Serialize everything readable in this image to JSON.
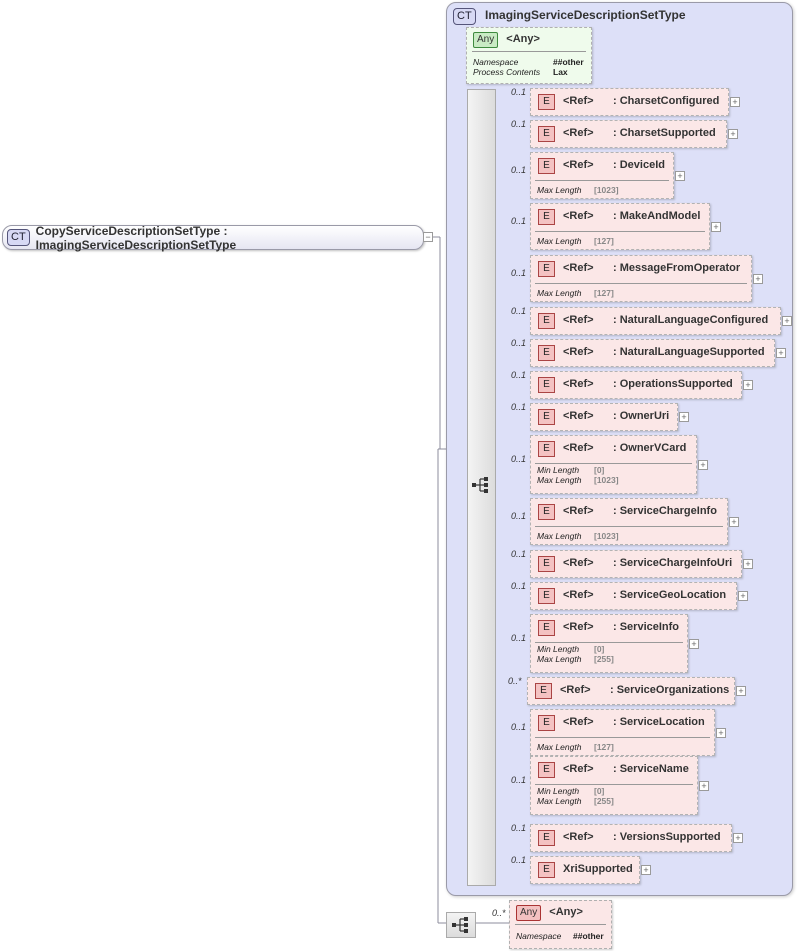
{
  "root": {
    "badge": "CT",
    "label": "CopyServiceDescriptionSetType : ImagingServiceDescriptionSetType"
  },
  "base_type": {
    "badge": "CT",
    "title": "ImagingServiceDescriptionSetType"
  },
  "any_top": {
    "badge": "Any",
    "label": "<Any>",
    "props": [
      {
        "name": "Namespace",
        "value": "##other"
      },
      {
        "name": "Process Contents",
        "value": "Lax"
      }
    ]
  },
  "any_bottom": {
    "badge": "Any",
    "occurrence": "0..*",
    "label": "<Any>",
    "props": [
      {
        "name": "Namespace",
        "value": "##other"
      }
    ]
  },
  "elements": [
    {
      "occ": "0..1",
      "badge": "E",
      "ref": "<Ref>",
      "name": ": CharsetConfigured",
      "facets": []
    },
    {
      "occ": "0..1",
      "badge": "E",
      "ref": "<Ref>",
      "name": ": CharsetSupported",
      "facets": []
    },
    {
      "occ": "0..1",
      "badge": "E",
      "ref": "<Ref>",
      "name": ": DeviceId",
      "facets": [
        {
          "name": "Max Length",
          "value": "[1023]"
        }
      ]
    },
    {
      "occ": "0..1",
      "badge": "E",
      "ref": "<Ref>",
      "name": ": MakeAndModel",
      "facets": [
        {
          "name": "Max Length",
          "value": "[127]"
        }
      ]
    },
    {
      "occ": "0..1",
      "badge": "E",
      "ref": "<Ref>",
      "name": ": MessageFromOperator",
      "facets": [
        {
          "name": "Max Length",
          "value": "[127]"
        }
      ]
    },
    {
      "occ": "0..1",
      "badge": "E",
      "ref": "<Ref>",
      "name": ": NaturalLanguageConfigured",
      "facets": []
    },
    {
      "occ": "0..1",
      "badge": "E",
      "ref": "<Ref>",
      "name": ": NaturalLanguageSupported",
      "facets": []
    },
    {
      "occ": "0..1",
      "badge": "E",
      "ref": "<Ref>",
      "name": ": OperationsSupported",
      "facets": []
    },
    {
      "occ": "0..1",
      "badge": "E",
      "ref": "<Ref>",
      "name": ": OwnerUri",
      "facets": []
    },
    {
      "occ": "0..1",
      "badge": "E",
      "ref": "<Ref>",
      "name": ": OwnerVCard",
      "facets": [
        {
          "name": "Min Length",
          "value": "[0]"
        },
        {
          "name": "Max Length",
          "value": "[1023]"
        }
      ]
    },
    {
      "occ": "0..1",
      "badge": "E",
      "ref": "<Ref>",
      "name": ": ServiceChargeInfo",
      "facets": [
        {
          "name": "Max Length",
          "value": "[1023]"
        }
      ]
    },
    {
      "occ": "0..1",
      "badge": "E",
      "ref": "<Ref>",
      "name": ": ServiceChargeInfoUri",
      "facets": []
    },
    {
      "occ": "0..1",
      "badge": "E",
      "ref": "<Ref>",
      "name": ": ServiceGeoLocation",
      "facets": []
    },
    {
      "occ": "0..1",
      "badge": "E",
      "ref": "<Ref>",
      "name": ": ServiceInfo",
      "facets": [
        {
          "name": "Min Length",
          "value": "[0]"
        },
        {
          "name": "Max Length",
          "value": "[255]"
        }
      ]
    },
    {
      "occ": "0..*",
      "badge": "E",
      "ref": "<Ref>",
      "name": ": ServiceOrganizations",
      "facets": []
    },
    {
      "occ": "0..1",
      "badge": "E",
      "ref": "<Ref>",
      "name": ": ServiceLocation",
      "facets": [
        {
          "name": "Max Length",
          "value": "[127]"
        }
      ]
    },
    {
      "occ": "0..1",
      "badge": "E",
      "ref": "<Ref>",
      "name": ": ServiceName",
      "facets": [
        {
          "name": "Min Length",
          "value": "[0]"
        },
        {
          "name": "Max Length",
          "value": "[255]"
        }
      ]
    },
    {
      "occ": "0..1",
      "badge": "E",
      "ref": "<Ref>",
      "name": ": VersionsSupported",
      "facets": []
    },
    {
      "occ": "0..1",
      "badge": "E",
      "ref": "",
      "name": "XriSupported",
      "facets": []
    }
  ]
}
